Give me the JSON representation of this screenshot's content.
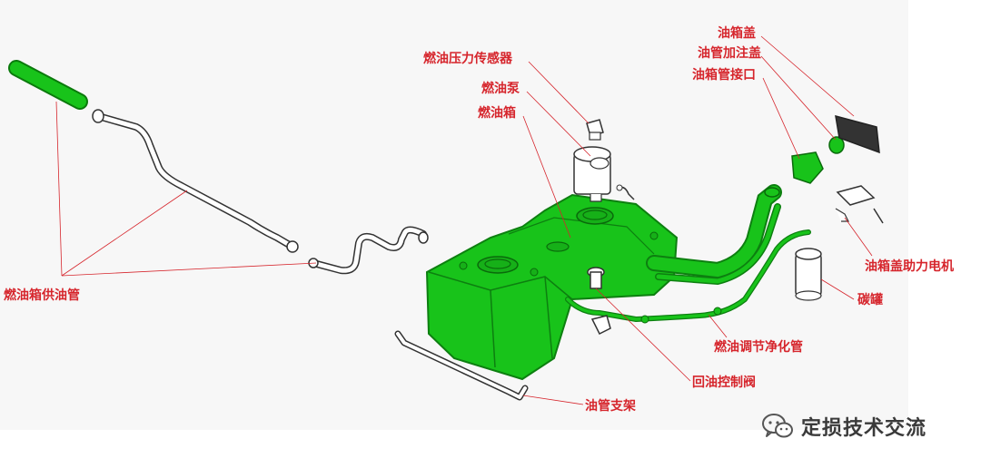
{
  "colors": {
    "label": "#d6252c",
    "leader": "#d6252c",
    "highlight": "#18c31a",
    "highlight_dark": "#0d7f10",
    "outline": "#333333"
  },
  "labels": {
    "fuel_cap": "油箱盖",
    "filler_cap": "油管加注盖",
    "filler_interface": "油箱管接口",
    "pressure_sensor": "燃油压力传感器",
    "fuel_pump": "燃油泵",
    "fuel_tank": "燃油箱",
    "supply_pipe": "燃油箱供油管",
    "cap_motor": "油箱盖助力电机",
    "canister": "碳罐",
    "purge_pipe": "燃油调节净化管",
    "return_valve": "回油控制阀",
    "bracket": "油管支架"
  },
  "watermark": {
    "icon": "wechat-icon",
    "text": "定损技术交流"
  }
}
